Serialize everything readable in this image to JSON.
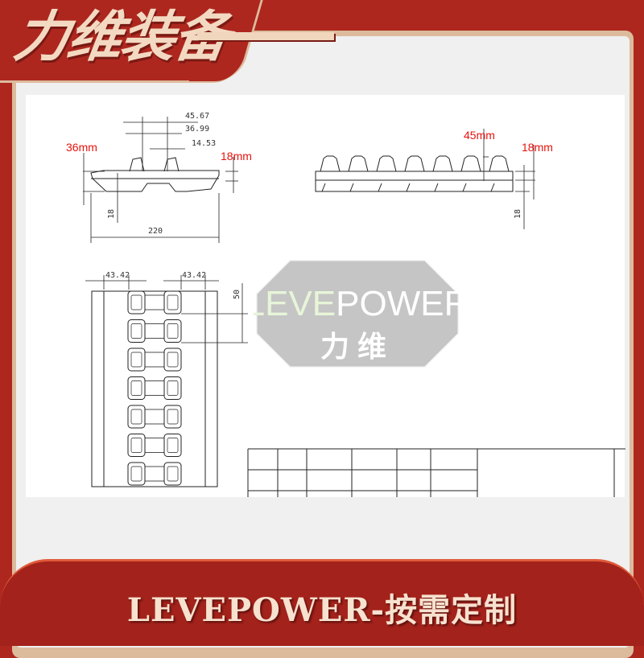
{
  "header": {
    "title": "力维装备"
  },
  "colors": {
    "brand_red": "#ae271f",
    "frame_tan": "#dcbb9d",
    "annotation_red": "#e8120c"
  },
  "drawing": {
    "front_view": {
      "dims": [
        "45.67",
        "36.99",
        "14.53"
      ],
      "height_label": "36mm",
      "thickness_label": "18mm",
      "base_dim": "18",
      "width_dim": "220"
    },
    "side_view": {
      "lug_height_label": "45mm",
      "thickness_label": "18mm",
      "base_dim": "18"
    },
    "top_view": {
      "left_dim": "43.42",
      "right_dim": "43.42",
      "pitch_dim": "50",
      "lug_rows": 7
    }
  },
  "watermark": {
    "brand": "LEVEPOWER",
    "brand_highlight": "LEVE",
    "brand_rest": "POWER",
    "cn": "力维"
  },
  "banner": {
    "text": "LEVEPOWER-按需定制"
  }
}
